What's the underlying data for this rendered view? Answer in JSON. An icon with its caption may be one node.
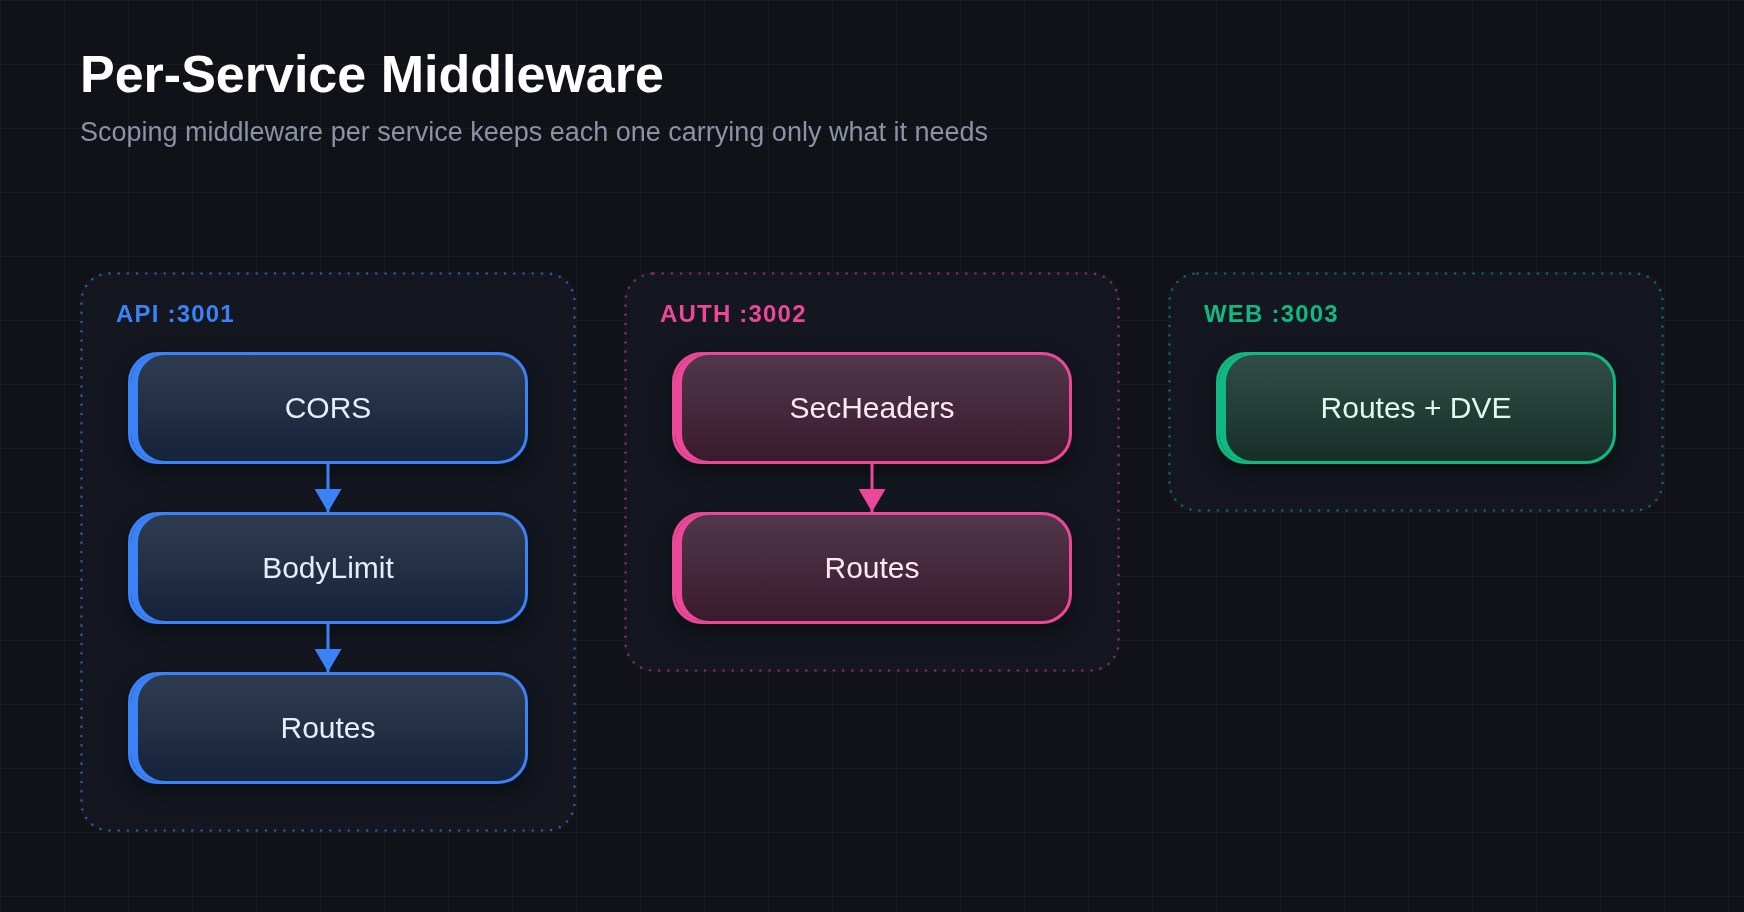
{
  "diagram": {
    "title": "Per-Service Middleware",
    "nodes": [
      {
        "text": [
          "API :3001"
        ]
      },
      {
        "text": [
          "CORS"
        ],
        "in": 0
      },
      {
        "text": [
          "BodyLimit"
        ],
        "in": 0
      },
      {
        "text": [
          "Routes"
        ],
        "in": 0
      },
      {
        "text": [
          "AUTH :3002"
        ]
      },
      {
        "text": [
          "SecHeaders"
        ],
        "in": 4
      },
      {
        "text": [
          "Routes"
        ],
        "in": 4
      },
      {
        "text": [
          "WEB :3003"
        ]
      },
      {
        "text": [
          "Routes + DVE"
        ],
        "in": 7
      }
    ],
    "edges": [
      {
        "from": 1,
        "to": 2,
        "arrow": "to"
      },
      {
        "from": 2,
        "to": 3,
        "arrow": "to"
      },
      {
        "from": 5,
        "to": 6,
        "arrow": "to",
        "color": "#ec4899"
      }
    ],
    "labels": [
      "Scoping middleware per service keeps each one carrying only what it needs"
    ]
  }
}
